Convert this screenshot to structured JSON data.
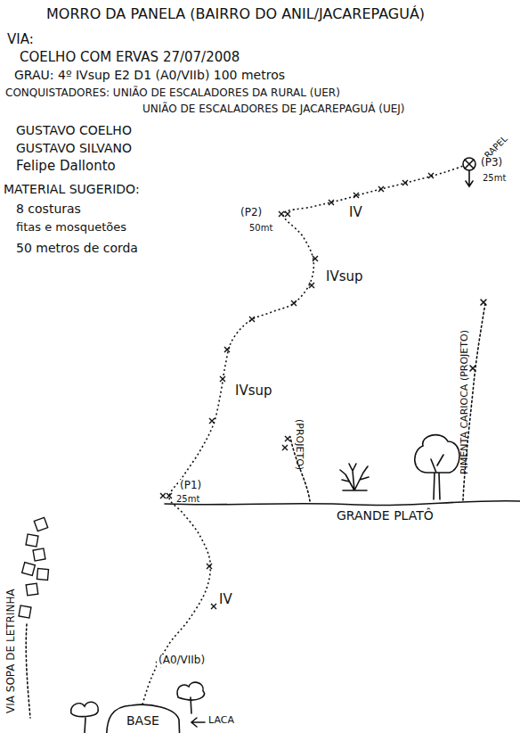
{
  "diagram": {
    "title": "MORRO DA PANELA (BAIRRO DO ANIL/JACAREPAGUÁ)",
    "nodes": [
      {
        "text": [
          "BASE"
        ]
      }
    ],
    "labels": [
      "VIA:",
      "COELHO COM ERVAS 27/07/2008",
      "GRAU: 4º IVsup E2 D1 (A0/VIIb) 100 metros",
      "CONQUISTADORES: UNIÃO DE ESCALADORES DA RURAL (UER)",
      "UNIÃO DE ESCALADORES DE JACAREPAGUÁ (UEJ)",
      "GUSTAVO COELHO",
      "GUSTAVO SILVANO",
      "Felipe Dallonto",
      "MATERIAL SUGERIDO:",
      "8 costuras",
      "fitas e mosquetões",
      "50 metros de corda",
      "RAPEL",
      "(P3)",
      "25mt",
      "IV",
      "(P2)",
      "50mt",
      "IVsup",
      "IVsup",
      "(P1)",
      "25mt",
      "(PROJETO)",
      "GRANDE PLATÔ",
      "PIMENTA CARIOCA (PROJETO)",
      "VIA SOPA DE LETRINHA",
      "IV",
      "(A0/VIIb)",
      "LACA"
    ]
  }
}
